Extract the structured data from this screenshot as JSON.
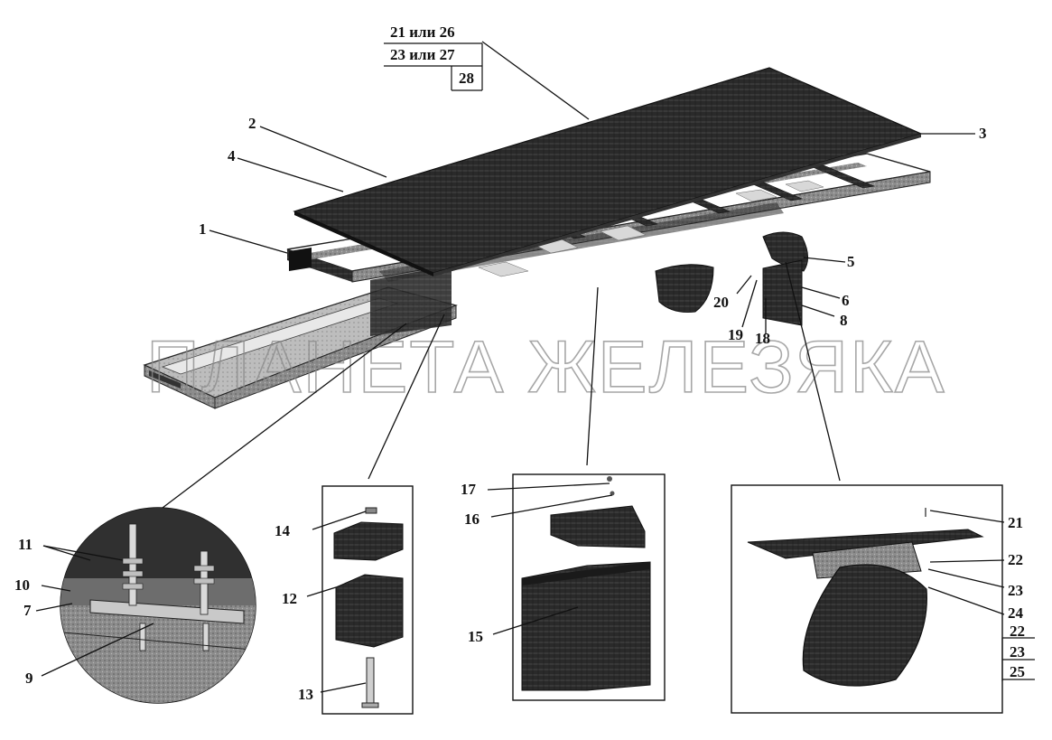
{
  "watermark": "ПЛАНЕТА ЖЕЛЕЗЯКА",
  "callouts": {
    "c1": "1",
    "c2": "2",
    "c3": "3",
    "c4": "4",
    "c5": "5",
    "c6": "6",
    "c7": "7",
    "c8": "8",
    "c9": "9",
    "c10": "10",
    "c11": "11",
    "c12": "12",
    "c13": "13",
    "c14": "14",
    "c15": "15",
    "c16": "16",
    "c17": "17",
    "c18": "18",
    "c19": "19",
    "c20": "20",
    "c21": "21",
    "c22": "22",
    "c23": "23",
    "c24": "24"
  },
  "boxed_top": [
    "21 или 26",
    "23 или 27",
    "28"
  ],
  "boxed_right": [
    "22",
    "23",
    "25"
  ]
}
